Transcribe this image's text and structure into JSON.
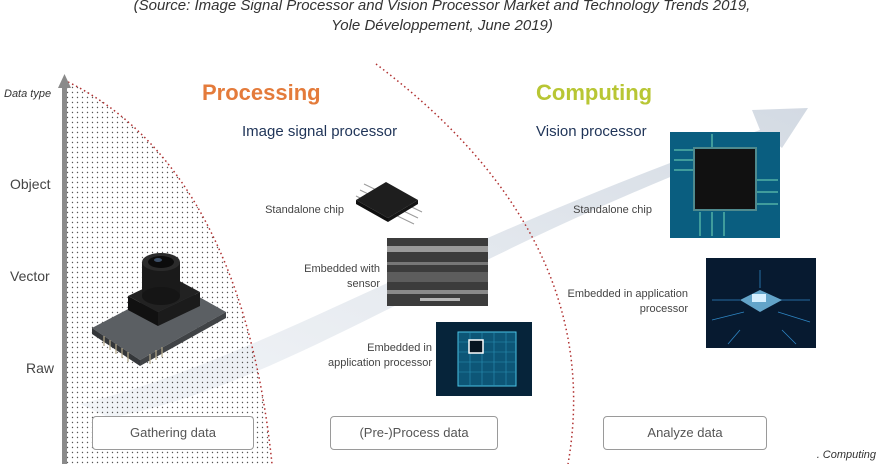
{
  "source": {
    "line1": "(Source: Image Signal Processor and Vision Processor Market and Technology Trends 2019,",
    "line2": "Yole Développement, June 2019)"
  },
  "axis": {
    "title": "Data type",
    "levels": [
      "Object",
      "Vector",
      "Raw"
    ]
  },
  "sections": {
    "processing": {
      "title": "Processing",
      "subtitle": "Image signal processor",
      "items": [
        "Standalone chip",
        "Embedded with sensor",
        "Embedded in application processor"
      ]
    },
    "computing": {
      "title": "Computing",
      "subtitle": "Vision processor",
      "items": [
        "Standalone chip",
        "Embedded in application processor"
      ]
    }
  },
  "stages": [
    "Gathering data",
    "(Pre-)Process data",
    "Analyze data"
  ],
  "footer": ". Computing",
  "colors": {
    "processing": "#e47b3b",
    "computing": "#b8c634",
    "subtitle": "#1f3458",
    "dotted_curve": "#b03030"
  }
}
